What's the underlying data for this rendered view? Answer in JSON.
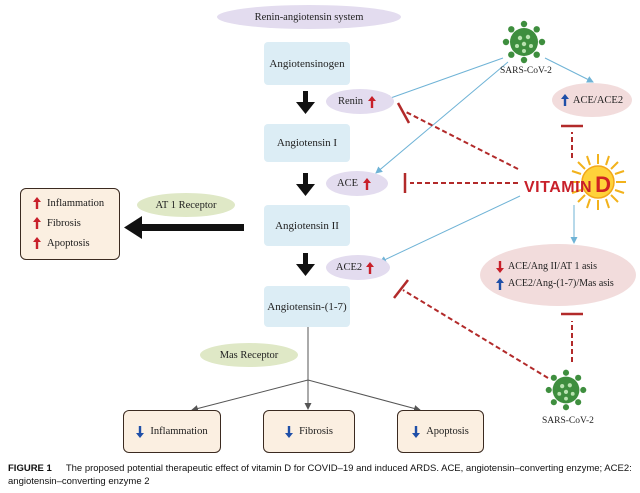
{
  "title": "Renin-angiotensin system",
  "pathway": {
    "angiotensinogen": "Angiotensinogen",
    "angiotensin1": "Angiotensin I",
    "angiotensin2": "Angiotensin II",
    "angiotensin17": "Angiotensin-(1-7)"
  },
  "enzymes": {
    "renin": "Renin",
    "ace": "ACE",
    "ace2": "ACE2"
  },
  "receptors": {
    "at1": "AT 1 Receptor",
    "mas": "Mas Receptor"
  },
  "at1_effects": [
    "Inflammation",
    "Fibrosis",
    "Apoptosis"
  ],
  "mas_effects": {
    "inflammation": "Inflammation",
    "fibrosis": "Fibrosis",
    "apoptosis": "Apoptosis"
  },
  "virus": {
    "top_label": "SARS-CoV-2",
    "bottom_label": "SARS-CoV-2"
  },
  "ace_ace2": "ACE/ACE2",
  "vitamin": {
    "word": "VITAMIN",
    "letter": "D"
  },
  "axes": {
    "down_label": "ACE/Ang II/AT 1 asis",
    "up_label": "ACE2/Ang-(1-7)/Mas asis"
  },
  "caption": {
    "label": "FIGURE 1",
    "text": "The proposed potential therapeutic effect of vitamin D for COVID–19 and induced ARDS. ACE, angiotensin–converting enzyme; ACE2: angiotensin–converting enzyme 2"
  },
  "colors": {
    "up_arrow": "#c8202a",
    "down_arrow": "#1f4fa8",
    "inhibit": "#b22a2a",
    "viral_link": "#6fb3d6",
    "node_fill": "#dcedf5"
  }
}
